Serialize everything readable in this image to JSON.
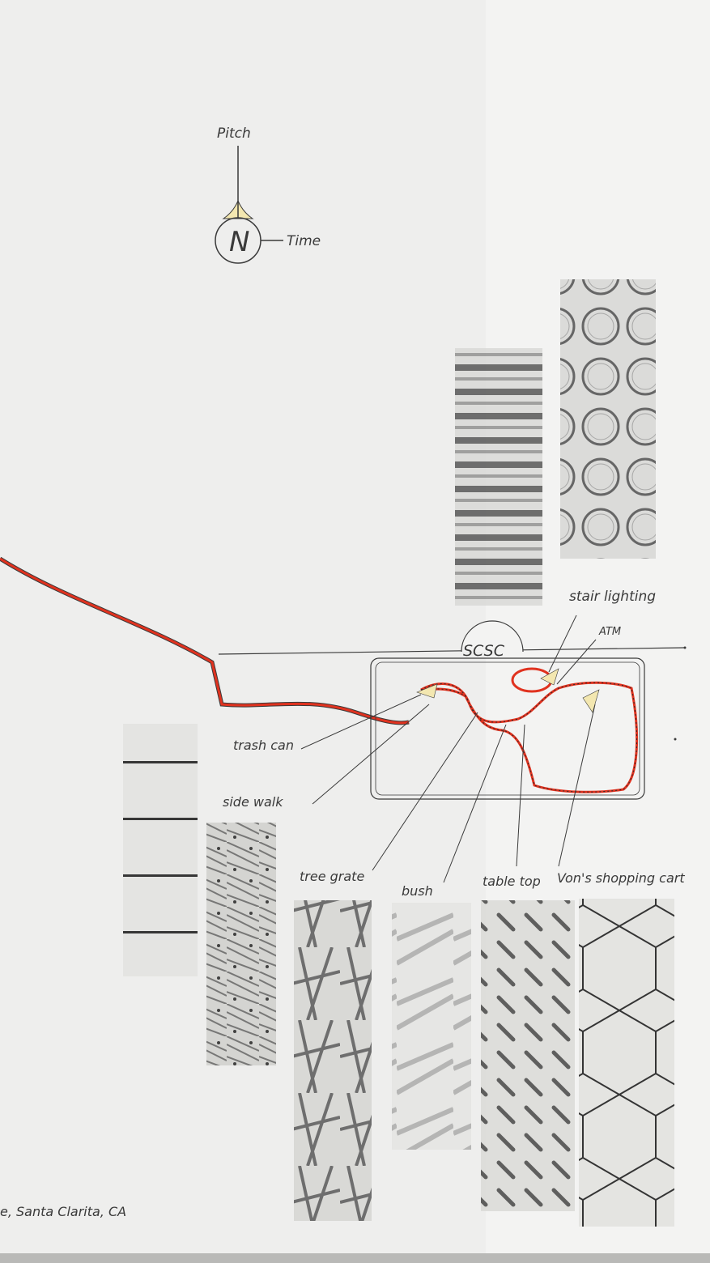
{
  "compass": {
    "north_letter": "N",
    "up_label": "Pitch",
    "right_label": "Time"
  },
  "map": {
    "site_label": "SCSC"
  },
  "annotations": {
    "stair_lighting": "stair lighting",
    "atm": "ATM",
    "trash_can": "trash can",
    "sidewalk": "side walk",
    "tree_grate": "tree grate",
    "bush": "bush",
    "table_top": "table top",
    "vons_cart": "Von's shopping cart"
  },
  "footer": {
    "location": "e, Santa Clarita, CA"
  },
  "colors": {
    "route": "#e0321f",
    "ink": "#3a3a3a",
    "highlight": "#f3e7b0",
    "paper": "#f1f1f0"
  }
}
